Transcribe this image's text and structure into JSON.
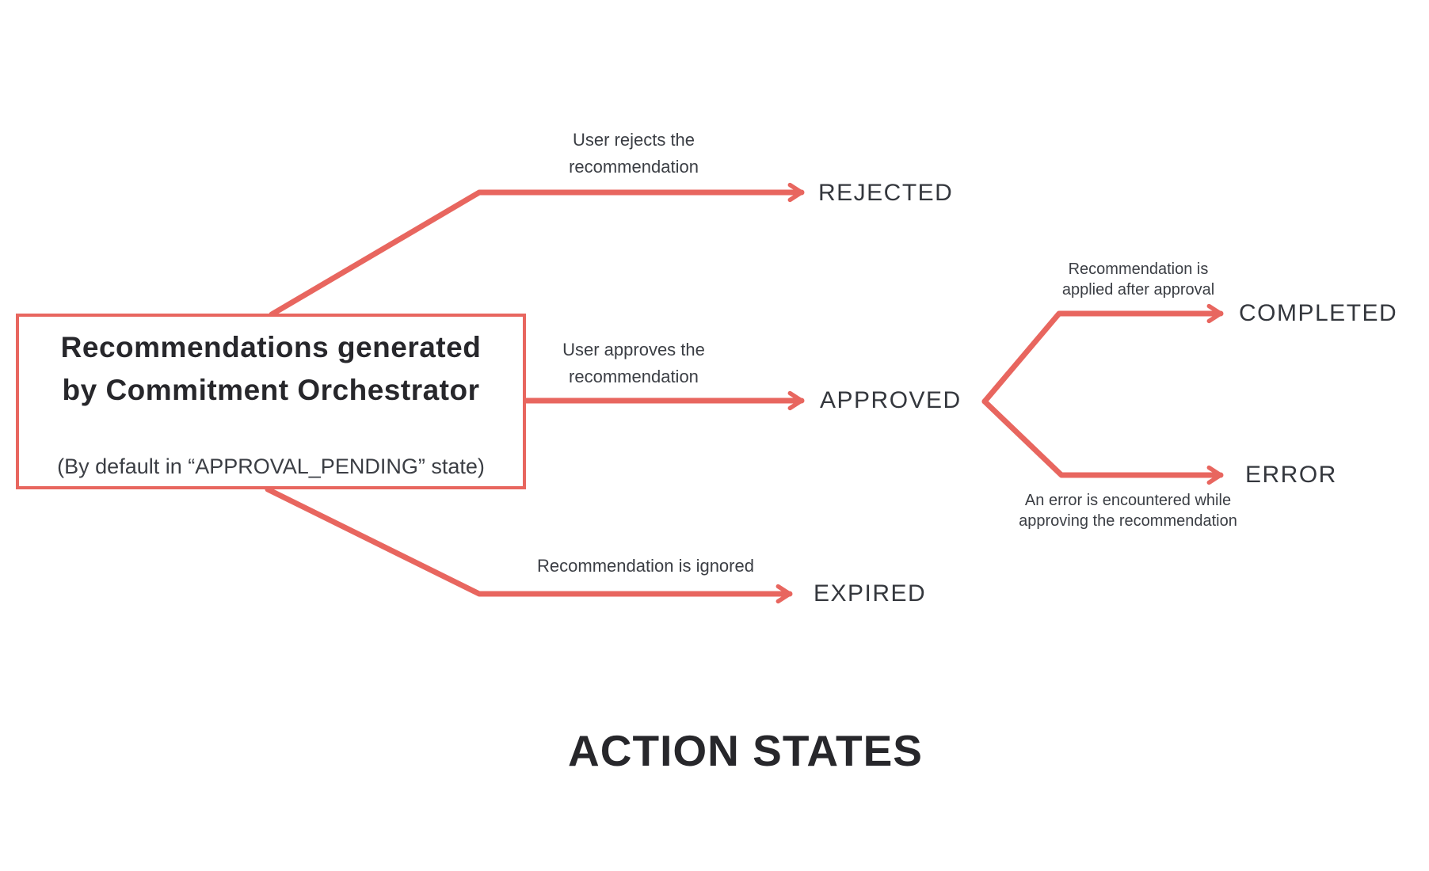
{
  "title": "ACTION STATES",
  "source_box": {
    "heading": "Recommendations generated\nby Commitment Orchestrator",
    "subtext": "(By default in “APPROVAL_PENDING” state)"
  },
  "states": {
    "rejected": "REJECTED",
    "approved": "APPROVED",
    "completed": "COMPLETED",
    "error": "ERROR",
    "expired": "EXPIRED"
  },
  "transitions": [
    {
      "from": "APPROVAL_PENDING",
      "to": "REJECTED",
      "label": "User rejects the\nrecommendation"
    },
    {
      "from": "APPROVAL_PENDING",
      "to": "APPROVED",
      "label": "User approves the\nrecommendation"
    },
    {
      "from": "APPROVAL_PENDING",
      "to": "EXPIRED",
      "label": "Recommendation is ignored"
    },
    {
      "from": "APPROVED",
      "to": "COMPLETED",
      "label": "Recommendation is\napplied after approval"
    },
    {
      "from": "APPROVED",
      "to": "ERROR",
      "label": "An error is encountered while\napproving the recommendation"
    }
  ],
  "colors": {
    "arrow": "#e8665f",
    "box_border": "#e8665f",
    "heading_text": "#27272b",
    "label_text": "#3b3e44",
    "state_text": "#34373d",
    "title_text": "#27272b",
    "background": "#ffffff"
  }
}
